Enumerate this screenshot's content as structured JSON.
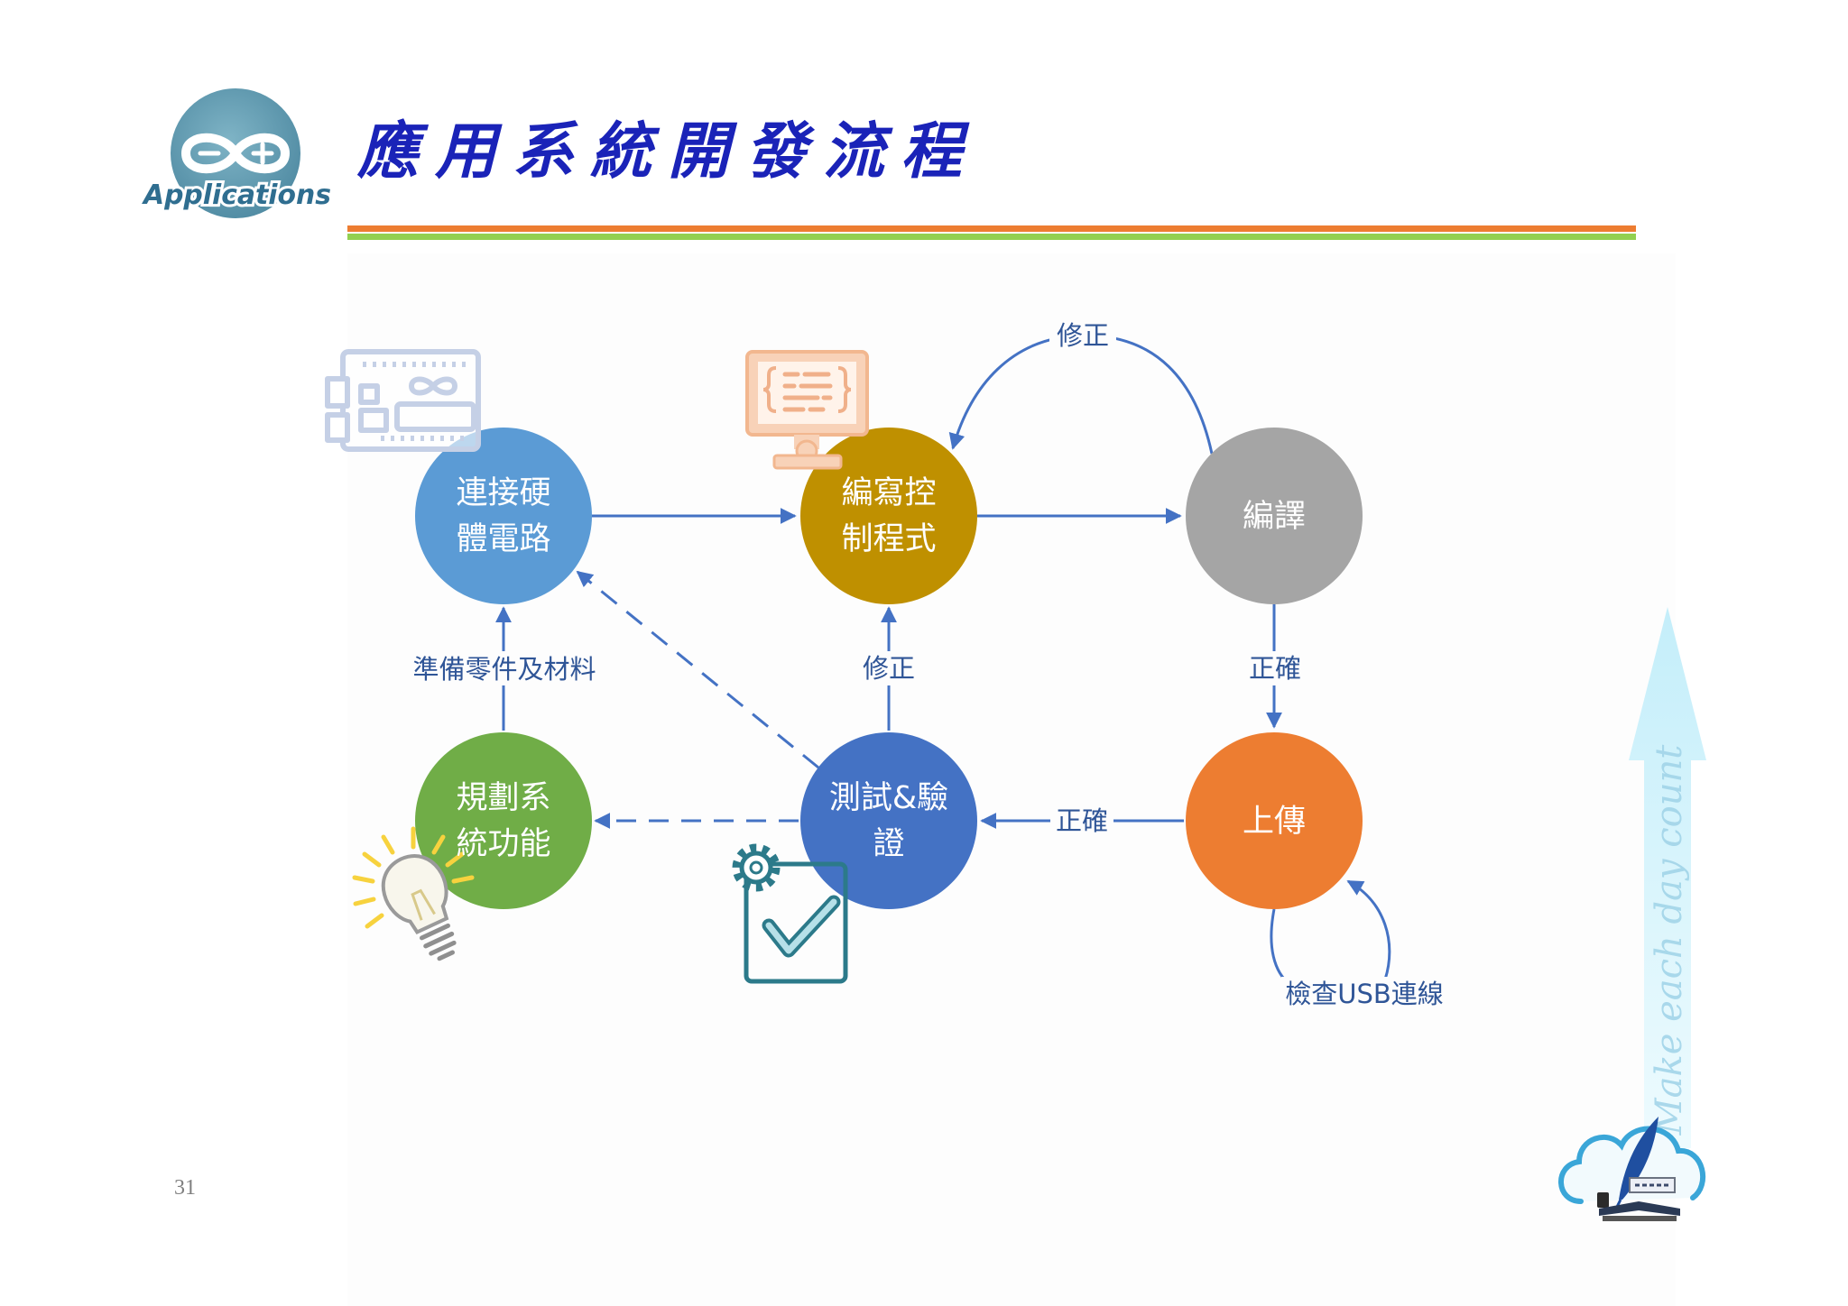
{
  "slide": {
    "title": "應用系統開發流程",
    "page_number": "31"
  },
  "logo": {
    "text": "Applications",
    "icon": "arduino-infinity-icon"
  },
  "colors": {
    "title": "#1a23b8",
    "rule_top": "#ed7d31",
    "rule_bottom": "#92d050",
    "edge": "#4472c4",
    "edge_label": "#2f5597",
    "side_arrow": "#c4eefa"
  },
  "diagram": {
    "nodes": [
      {
        "lines": [
          "連接硬",
          "體電路"
        ],
        "color": "#5b9bd5"
      },
      {
        "lines": [
          "編寫控",
          "制程式"
        ],
        "color": "#bf9000"
      },
      {
        "lines": [
          "編譯"
        ],
        "color": "#a5a5a5"
      },
      {
        "lines": [
          "上傳"
        ],
        "color": "#ed7d31"
      },
      {
        "lines": [
          "測試&驗",
          "證"
        ],
        "color": "#4472c4"
      },
      {
        "lines": [
          "規劃系",
          "統功能"
        ],
        "color": "#70ad47"
      }
    ],
    "edges": [
      {
        "from": 0,
        "to": 1,
        "label": "",
        "dashed": false
      },
      {
        "from": 1,
        "to": 2,
        "label": "",
        "dashed": false
      },
      {
        "from": 2,
        "to": 1,
        "label": "修正",
        "dashed": false
      },
      {
        "from": 2,
        "to": 3,
        "label": "正確",
        "dashed": false
      },
      {
        "from": 3,
        "to": 4,
        "label": "正確",
        "dashed": false
      },
      {
        "from": 3,
        "to": 3,
        "label": "檢查USB連線",
        "dashed": false
      },
      {
        "from": 4,
        "to": 1,
        "label": "修正",
        "dashed": false
      },
      {
        "from": 4,
        "to": 5,
        "label": "",
        "dashed": true
      },
      {
        "from": 4,
        "to": 0,
        "label": "",
        "dashed": true
      },
      {
        "from": 5,
        "to": 0,
        "label": "準備零件及材料",
        "dashed": false
      }
    ],
    "icons": [
      "arduino-board-icon",
      "code-monitor-icon",
      "lightbulb-icon",
      "gear-checklist-icon"
    ]
  },
  "side_arrow": {
    "text": "Make each day count"
  },
  "footer_logo": {
    "icon": "cloud-quill-book-logo"
  }
}
